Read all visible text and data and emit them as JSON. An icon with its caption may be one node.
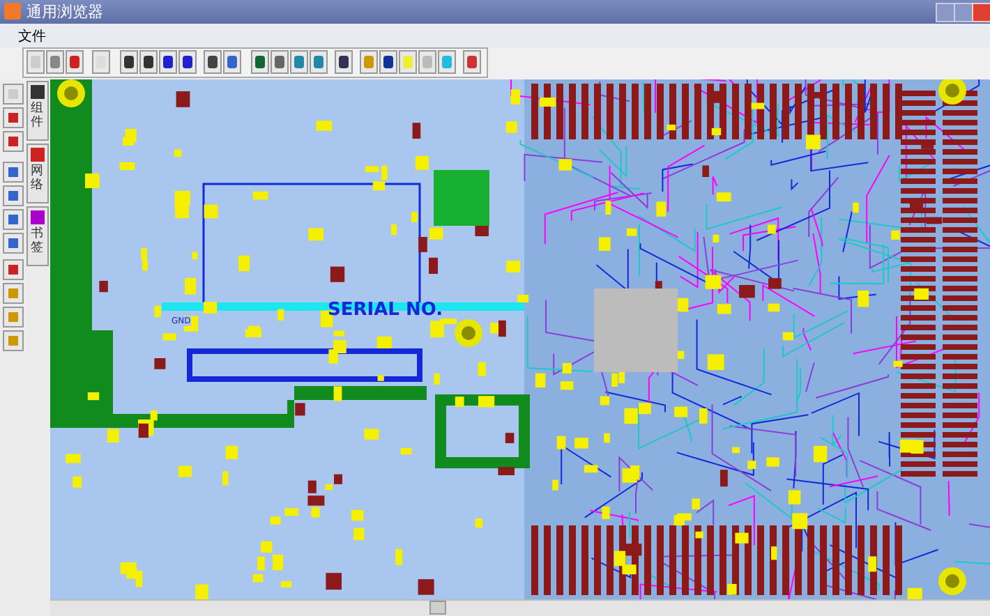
{
  "diagram": {
    "title": "通用浏览器",
    "labels": [
      "文件",
      "组件",
      "网络",
      "书签",
      "GND",
      "SERIAL NO."
    ]
  }
}
